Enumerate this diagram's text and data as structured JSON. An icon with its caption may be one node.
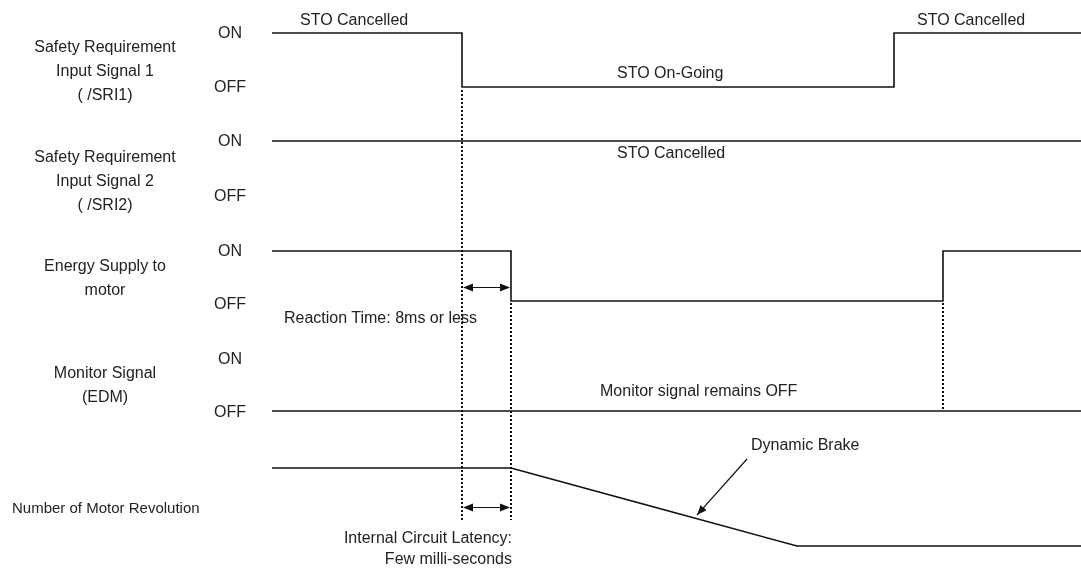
{
  "diagram": {
    "nodes": [
      {
        "text": [
          "Dynamic Brake"
        ]
      },
      {
        "text": [],
        "shape": "line"
      }
    ],
    "edges": [
      {
        "from": 0,
        "to": 1,
        "arrow": "to"
      }
    ],
    "labels": [
      "STO Cancelled",
      "STO Cancelled",
      "Safety Requirement Input Signal 1 ( /SRI1)",
      "ON",
      "OFF",
      "STO On-Going",
      "ON",
      "Safety Requirement Input Signal 2 ( /SRI2)",
      "OFF",
      "STO Cancelled",
      "ON",
      "Energy Supply to motor",
      "OFF",
      "Reaction Time: 8ms or less",
      "ON",
      "Monitor Signal (EDM)",
      "OFF",
      "Monitor signal remains OFF",
      "Number of Motor Revolution",
      "Internal Circuit Latency: Few milli-seconds"
    ]
  }
}
